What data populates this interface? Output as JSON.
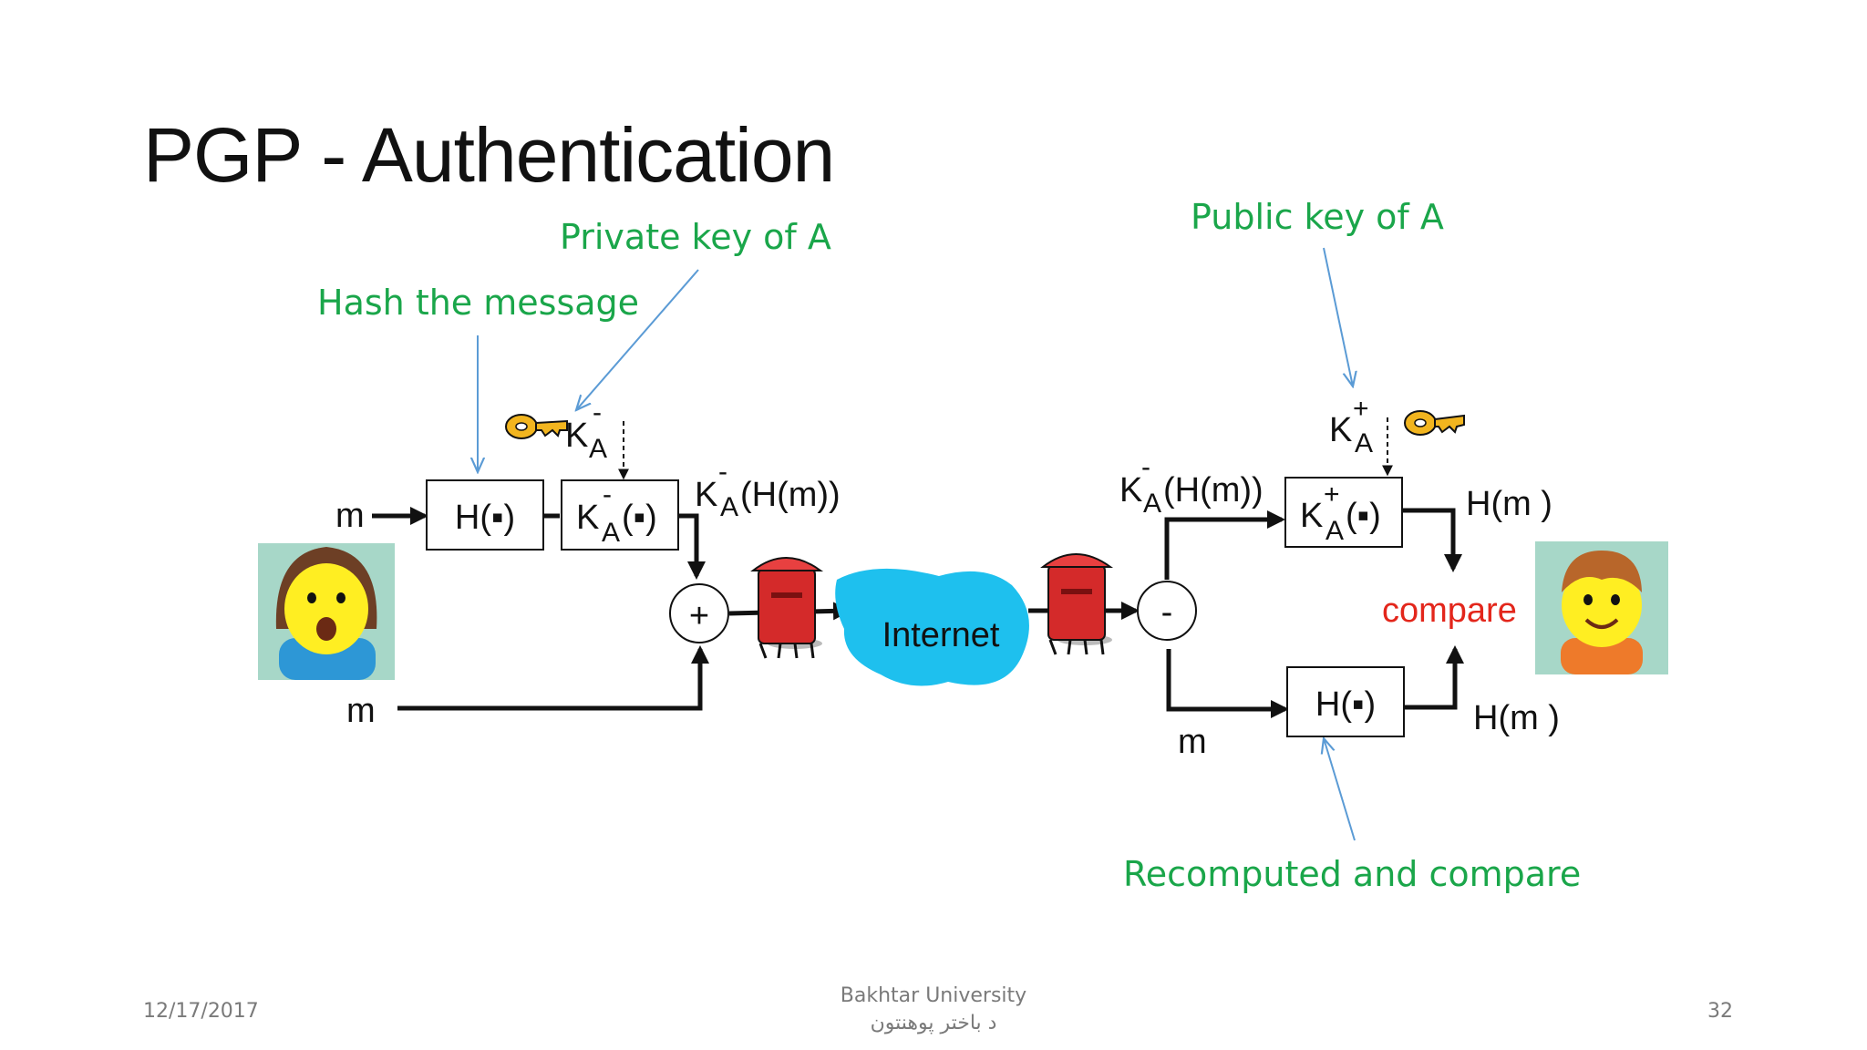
{
  "slide": {
    "title": "PGP - Authentication"
  },
  "annotations": {
    "hash_message": "Hash the message",
    "private_key": "Private key of A",
    "public_key": "Public key of A",
    "recompute": "Recomputed and compare"
  },
  "labels": {
    "m": "m",
    "hash_box": "H(▪)",
    "key_k": "K",
    "key_sub": "A",
    "minus_sup": "-",
    "plus_sup": "+",
    "key_fn": "(▪)",
    "khm_suffix": "(H(m))",
    "plus_op": "+",
    "minus_op": "-",
    "internet": "Internet",
    "hm": "H(m )",
    "compare": "compare"
  },
  "footer": {
    "date": "12/17/2017",
    "org_en": "Bakhtar University",
    "org_ps": "د باختر پوهنتون",
    "page": "32"
  },
  "icons": [
    "key-icon",
    "mailbox-icon",
    "person-icon"
  ],
  "colors": {
    "annotation": "#1aa64a",
    "arrow": "#5b9bd5",
    "compare": "#e3261b",
    "cloud": "#1ec0ee",
    "mailbox": "#d42a2a",
    "key": "#f2b51f"
  }
}
